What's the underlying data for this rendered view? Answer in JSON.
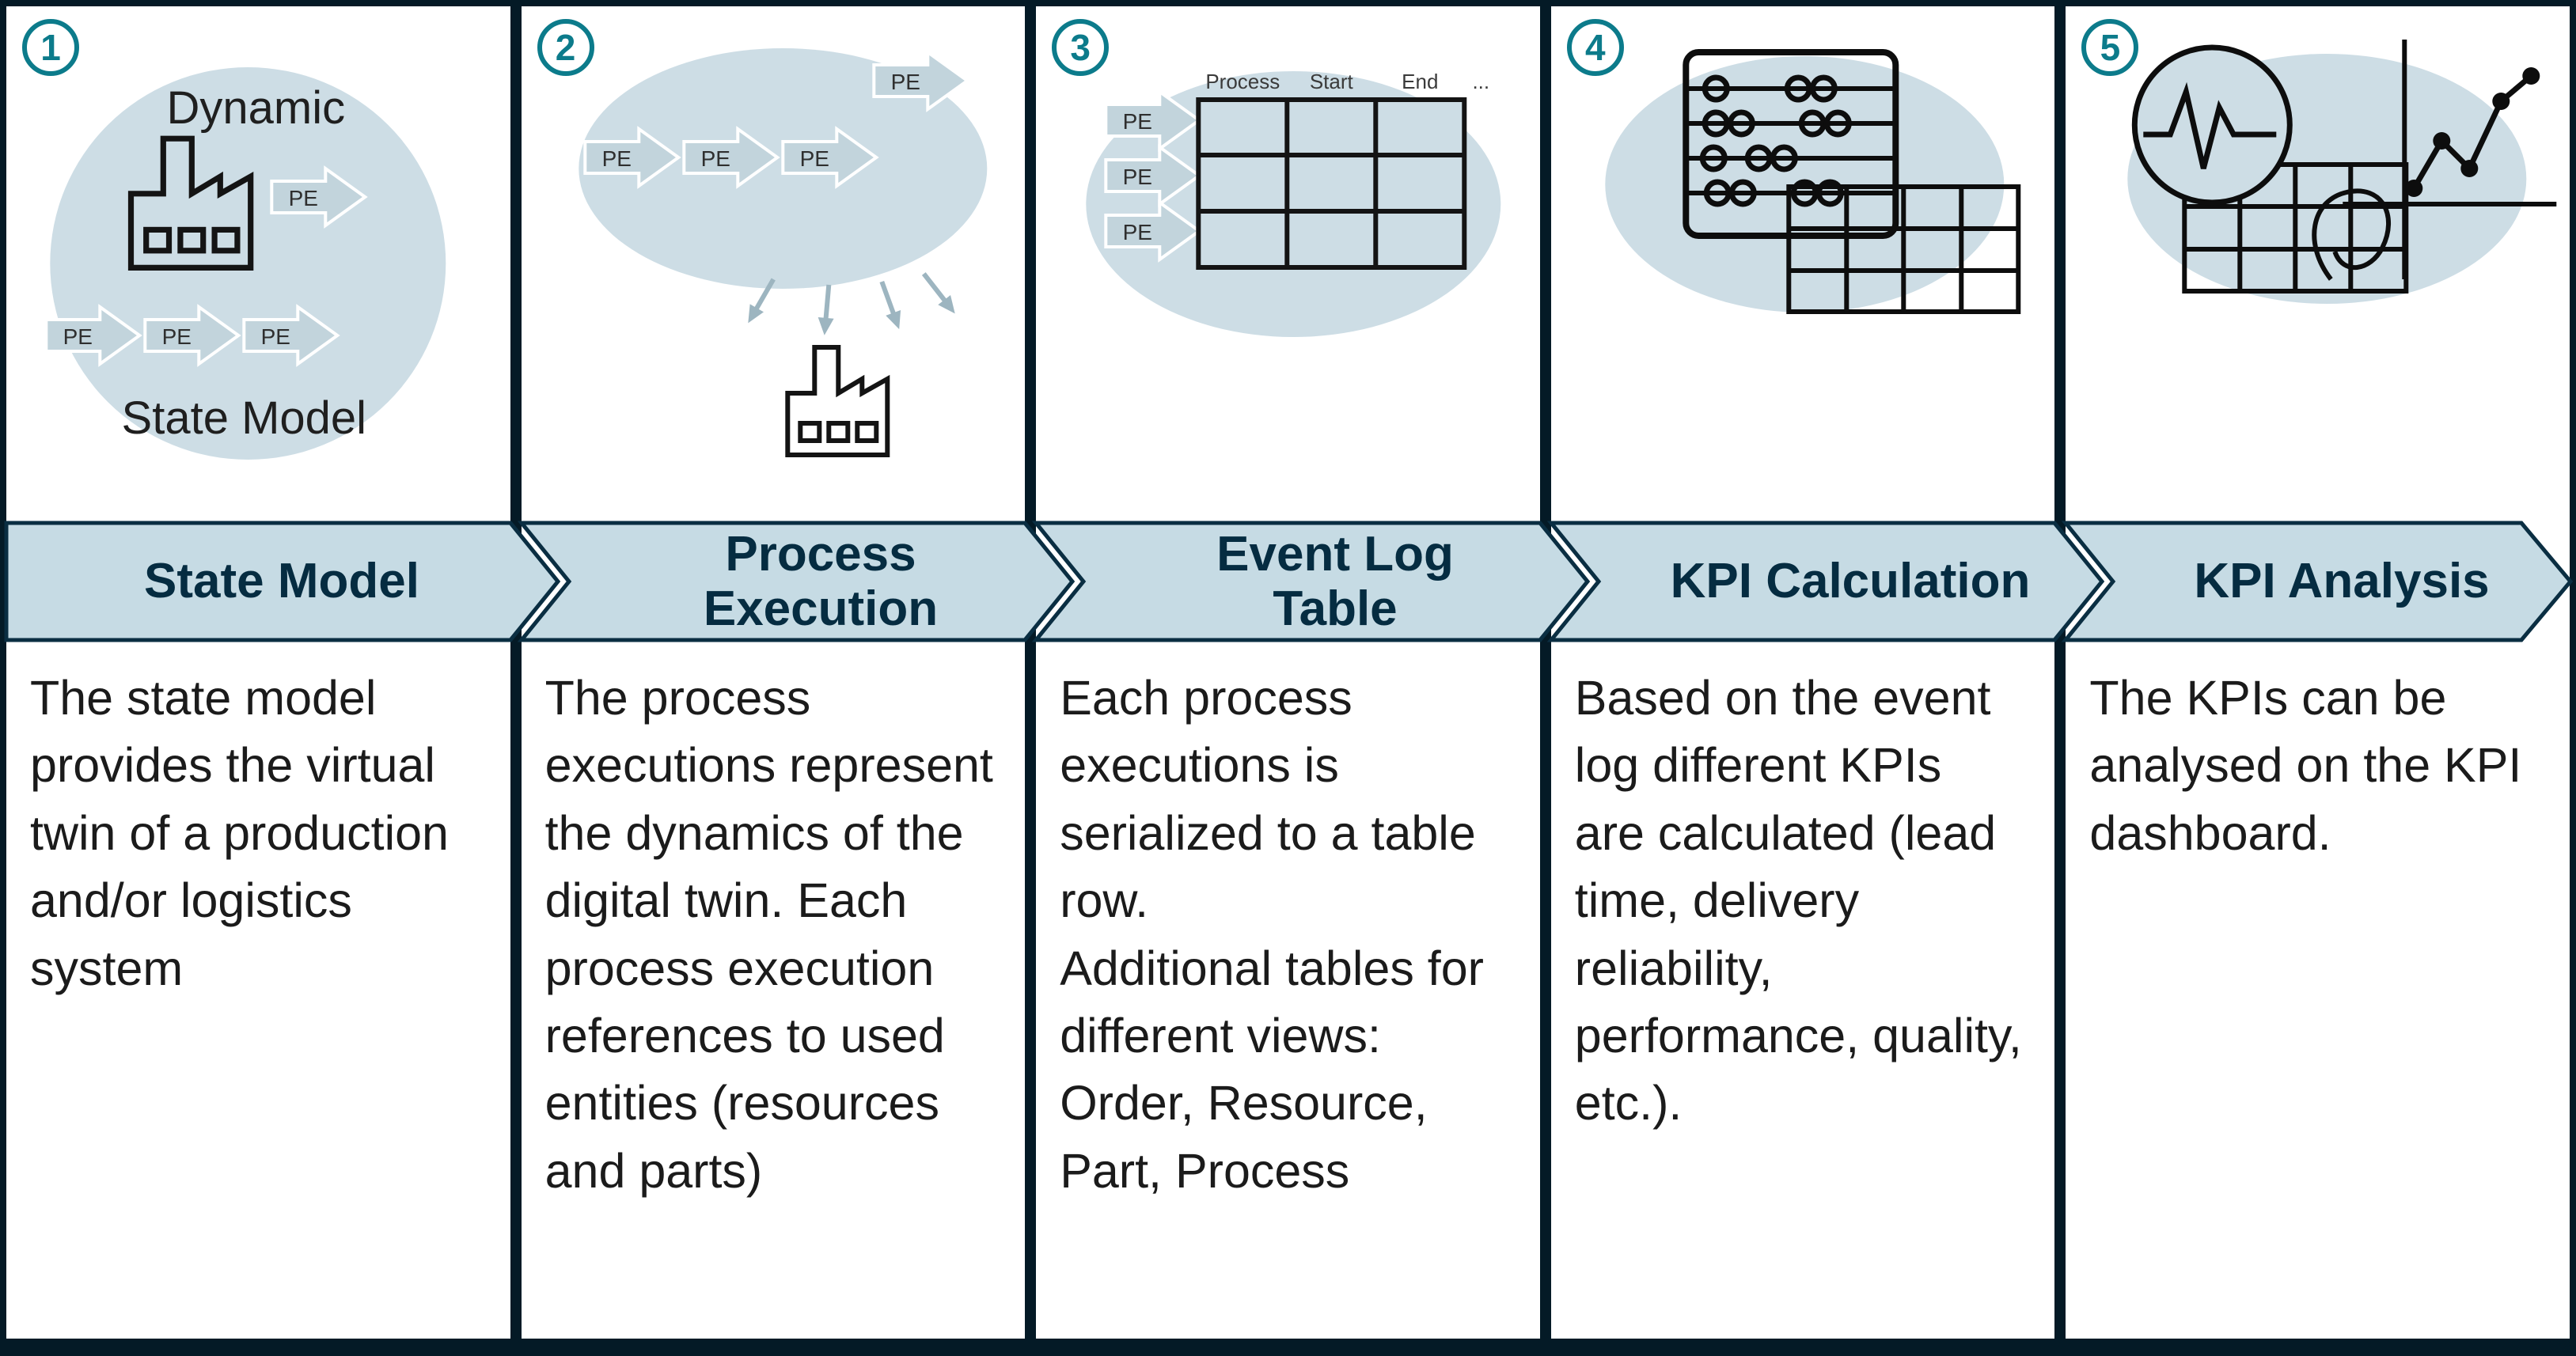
{
  "labels": {
    "pe": "PE"
  },
  "steps": [
    {
      "number": "1",
      "title": "State Model",
      "description": "The state model provides the virtual twin of a production and/or logistics system",
      "illustration": {
        "top_label": "Dynamic",
        "bottom_label": "State Model"
      }
    },
    {
      "number": "2",
      "title": "Process\nExecution",
      "description": "The process executions represent the dynamics of the digital twin. Each process execution references to used entities (resources and parts)"
    },
    {
      "number": "3",
      "title": "Event Log\nTable",
      "description": "Each process executions is serialized to a table row.\nAdditional tables for different views: Order, Resource, Part, Process",
      "illustration": {
        "table_headers": [
          "Process",
          "Start",
          "End",
          "..."
        ]
      }
    },
    {
      "number": "4",
      "title": "KPI Calculation",
      "description": "Based on the event log different KPIs are calculated (lead time, delivery reliability, performance, quality, etc.)."
    },
    {
      "number": "5",
      "title": "KPI Analysis",
      "description": "The KPIs can be analysed on the KPI dashboard."
    }
  ],
  "colors": {
    "frame": "#041a26",
    "ellipse": "#cddde5",
    "banner_fill": "#c6dbe4",
    "banner_border": "#0a2e42",
    "accent_teal": "#0c7b8b",
    "title_text": "#052c41",
    "body_text": "#1b1b1b",
    "pe_arrow_fill": "#c2d4dc"
  }
}
